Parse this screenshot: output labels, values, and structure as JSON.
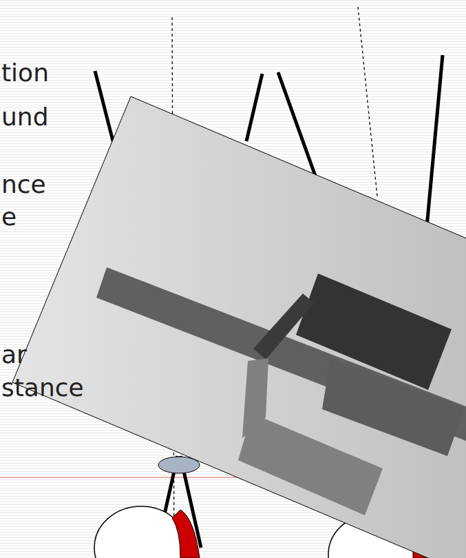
{
  "diagram": {
    "labels": [
      "tion",
      "und",
      "nce",
      "e",
      "ar",
      "stance"
    ]
  }
}
